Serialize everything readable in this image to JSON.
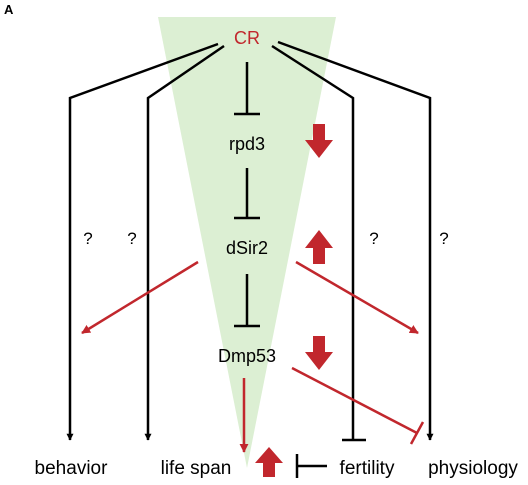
{
  "panel_label": "A",
  "colors": {
    "accent_red": "#c1272d",
    "cone_green": "#dcefd3",
    "line_black": "#000000"
  },
  "nodes": {
    "cr": "CR",
    "rpd3": "rpd3",
    "dsir2": "dSir2",
    "dmp53": "Dmp53"
  },
  "unknown_links": [
    "?",
    "?",
    "?",
    "?"
  ],
  "outcomes": {
    "behavior": "behavior",
    "life_span": "life span",
    "fertility": "fertility",
    "physiology": "physiology"
  },
  "level_changes": {
    "rpd3": "down",
    "dsir2": "up",
    "dmp53": "down",
    "life_span": "up"
  }
}
